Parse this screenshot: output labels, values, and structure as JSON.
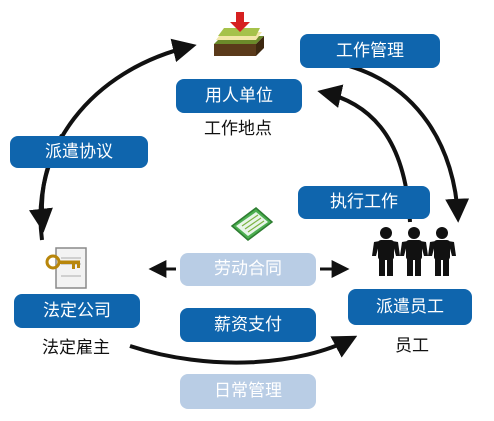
{
  "nodes": {
    "employer": {
      "label": "用人单位",
      "caption": "工作地点"
    },
    "legal_company": {
      "label": "法定公司",
      "caption": "法定雇主"
    },
    "dispatched_employee": {
      "label": "派遣员工",
      "caption": "员工"
    }
  },
  "edges": {
    "work_management": "工作管理",
    "dispatch_agreement": "派遣协议",
    "perform_work": "执行工作",
    "labor_contract": "劳动合同",
    "salary_payment": "薪资支付",
    "daily_management": "日常管理"
  },
  "colors": {
    "dark_pill": "#0f65ad",
    "light_pill": "#b9cde5",
    "arrow": "#111111"
  },
  "icons": {
    "employer": "stack-of-papers-with-red-arrow",
    "legal_company": "key-document-icon",
    "contract": "green-notebook-icon",
    "employees": "three-people-icon"
  }
}
